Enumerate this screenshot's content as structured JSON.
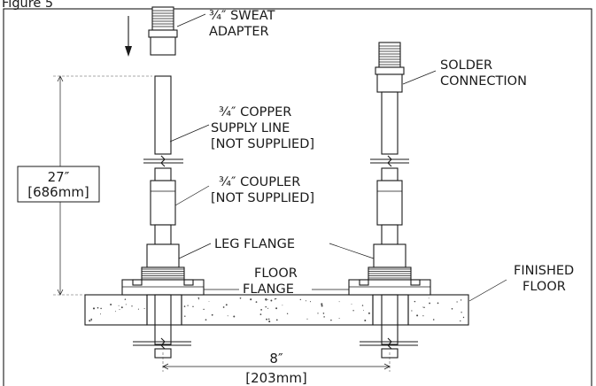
{
  "figure_title": "Figure 5",
  "labels": {
    "sweat_adapter": [
      "¾″ SWEAT",
      "ADAPTER"
    ],
    "solder_connection": [
      "SOLDER",
      "CONNECTION"
    ],
    "copper_supply_line": [
      "¾″ COPPER",
      "SUPPLY LINE",
      "[NOT SUPPLIED]"
    ],
    "coupler": [
      "¾″  COUPLER",
      "[NOT SUPPLIED]"
    ],
    "leg_flange": "LEG FLANGE",
    "floor_flange": [
      "FLOOR",
      "FLANGE"
    ],
    "finished_floor": [
      "FINISHED",
      "FLOOR"
    ]
  },
  "dimensions": {
    "height": {
      "value": "27″",
      "metric": "[686mm]"
    },
    "spacing": {
      "value": "8″",
      "metric": "[203mm]"
    }
  }
}
